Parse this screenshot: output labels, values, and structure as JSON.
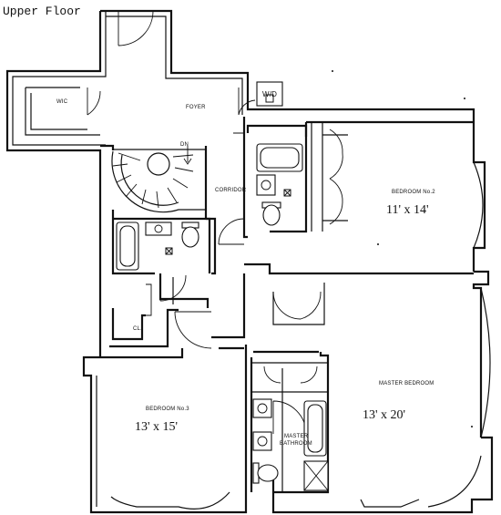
{
  "title": "Upper Floor",
  "rooms": {
    "wic": "WIC",
    "foyer": "FOYER",
    "wd": "W/D",
    "dn": "DN",
    "corridor": "CORRIDOR",
    "bedroom2": "BEDROOM No.2",
    "bedroom2_size": "11' x 14'",
    "closet": "CL.",
    "bedroom3": "BEDROOM No.3",
    "bedroom3_size": "13' x 15'",
    "master_bedroom": "MASTER BEDROOM",
    "master_bedroom_size": "13' x 20'",
    "master_bath_line1": "MASTER",
    "master_bath_line2": "BATHROOM"
  }
}
